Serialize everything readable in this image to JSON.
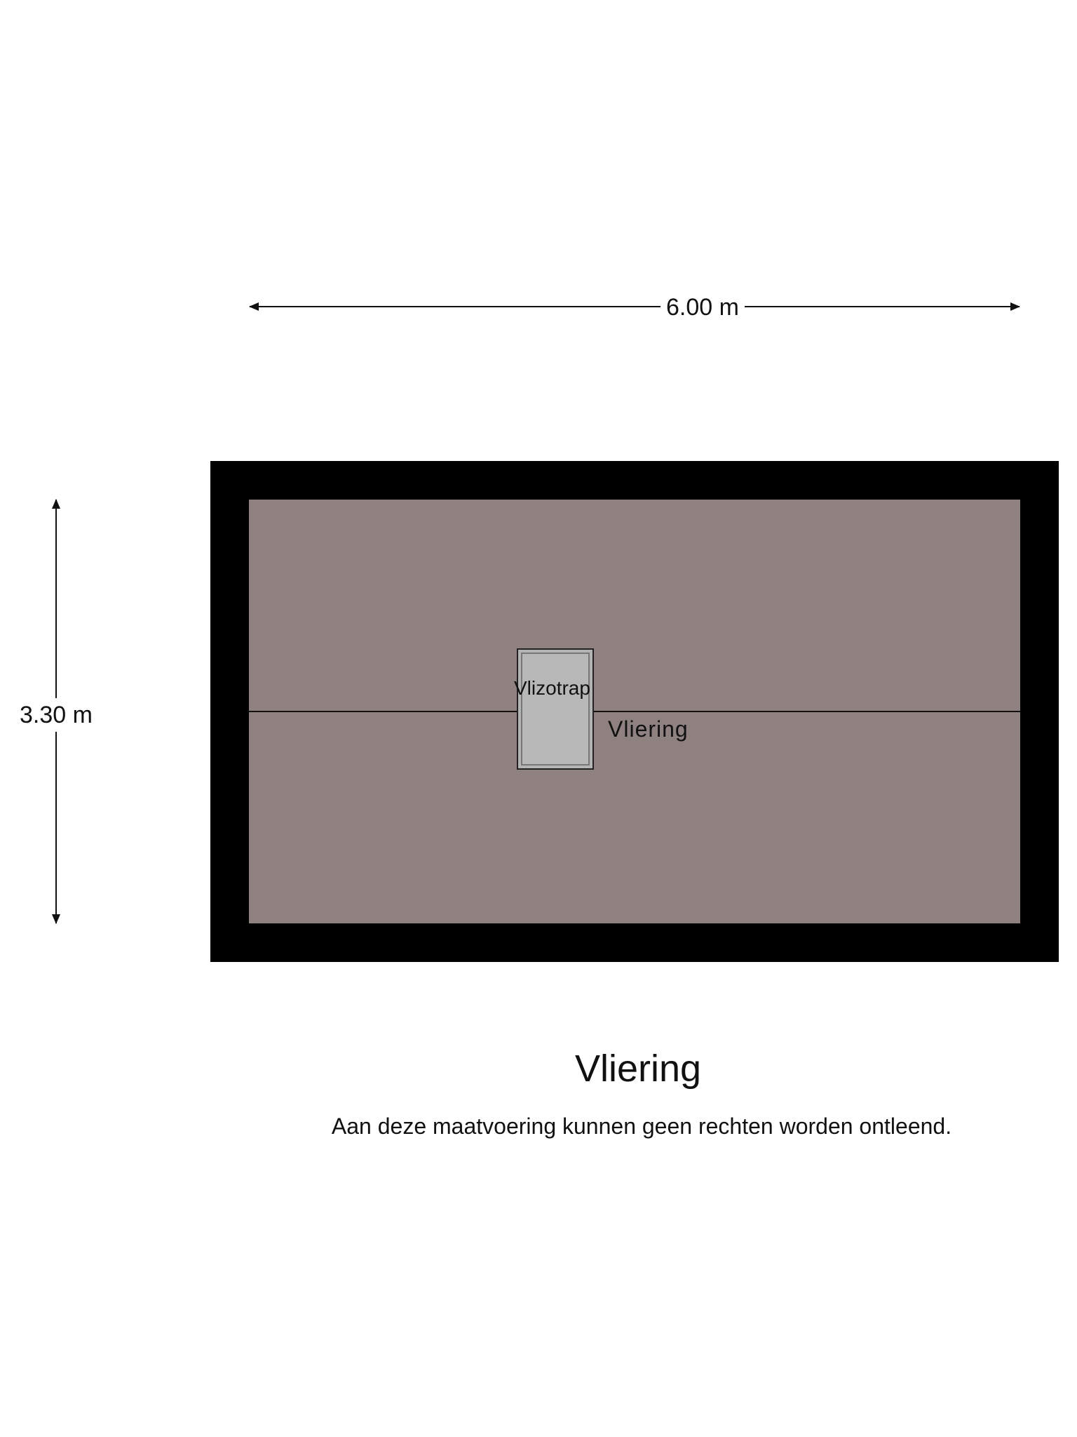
{
  "dimensions": {
    "width_label": "6.00 m",
    "height_label": "3.30 m"
  },
  "rooms": {
    "main_room_label": "Vliering",
    "hatch_label": "Vlizotrap"
  },
  "title": "Vliering",
  "disclaimer": "Aan deze maatvoering kunnen geen rechten worden ontleend.",
  "colors": {
    "wall": "#000000",
    "floor": "#8e8180",
    "hatch": "#b4b4b4",
    "background": "#ffffff"
  }
}
